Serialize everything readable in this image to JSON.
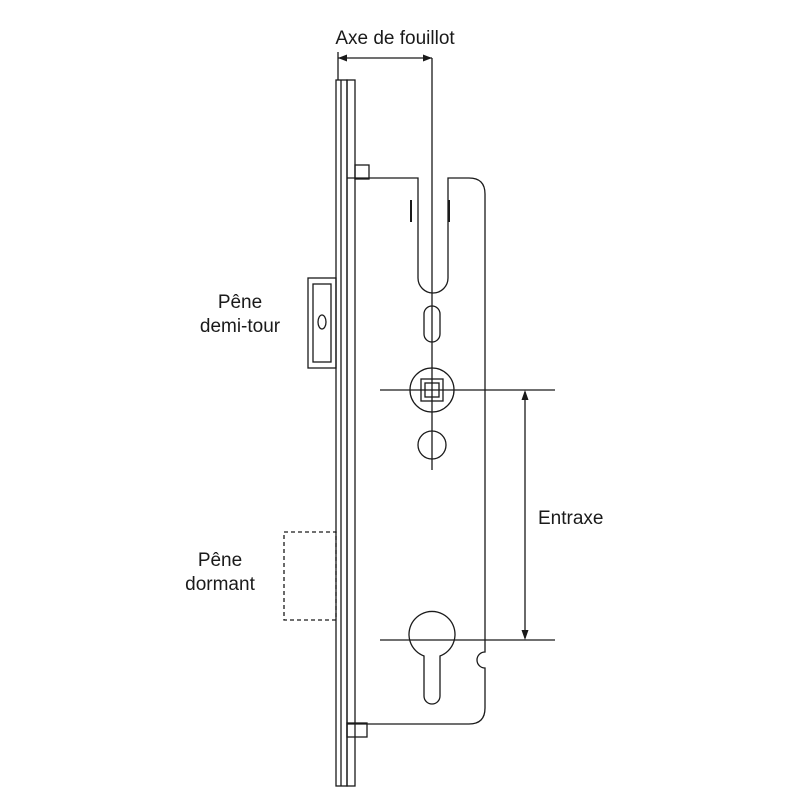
{
  "diagram": {
    "labels": {
      "axe_de_fouillot": "Axe de fouillot",
      "pene_demi_tour": [
        "Pêne",
        "demi-tour"
      ],
      "pene_dormant": [
        "Pêne",
        "dormant"
      ],
      "entraxe": "Entraxe"
    },
    "colors": {
      "stroke": "#1a1a1a",
      "background": "#ffffff"
    }
  }
}
